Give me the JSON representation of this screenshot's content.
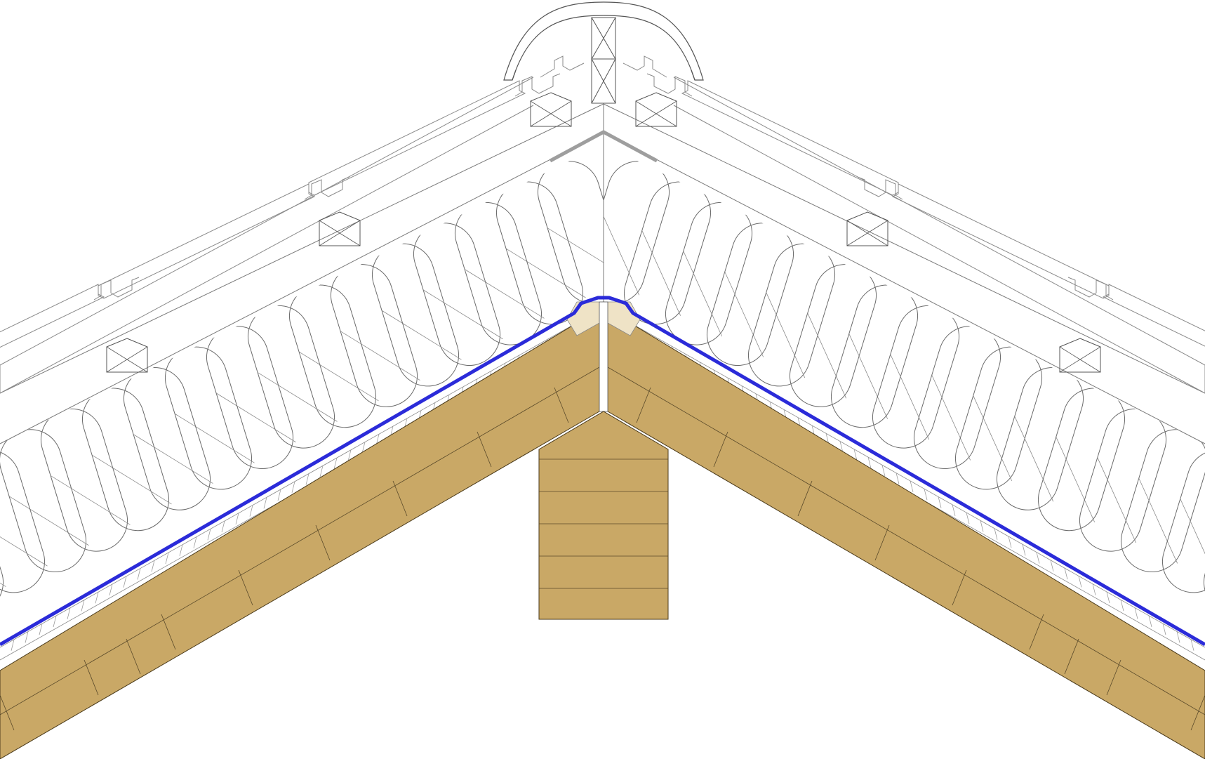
{
  "diagram": {
    "subject": "roof-ridge-section",
    "colors": {
      "background": "#ffffff",
      "timber": "#c9a866",
      "timber_dark": "#b8954f",
      "ridge_filler": "#efe3c6",
      "membrane": "#2b2bd9",
      "line": "#6b6b6b",
      "line_light": "#9a9a9a",
      "flashing": "#9e9e9e"
    },
    "icons": {
      "ridge_tile": "ridge-cap-shape",
      "batten": "cross-box",
      "insulation": "rounded-batts"
    }
  }
}
